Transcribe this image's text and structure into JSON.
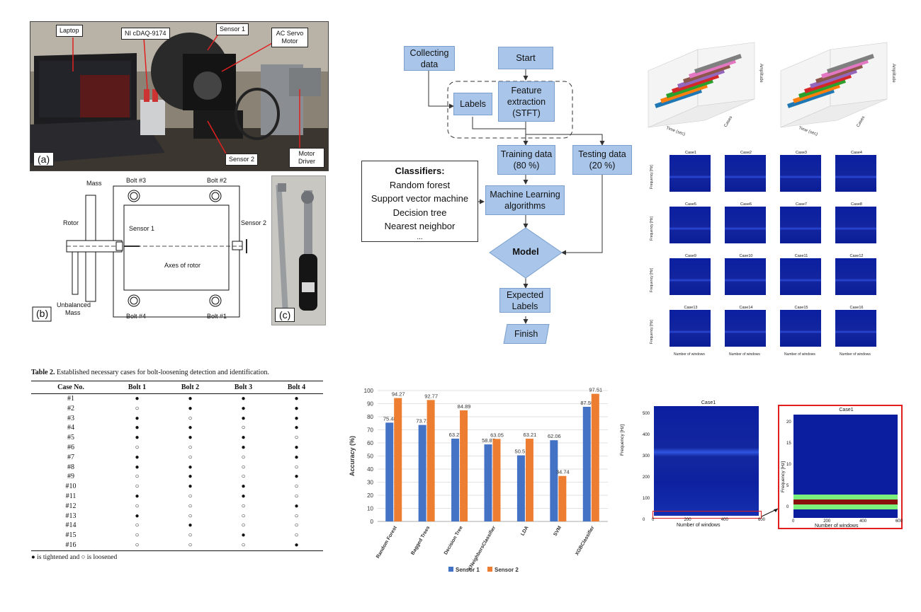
{
  "photo": {
    "callouts": {
      "laptop": "Laptop",
      "ni": "NI cDAQ-9174",
      "sensor1": "Sensor 1",
      "motor": "AC Servo Motor",
      "sensor2": "Sensor 2",
      "driver": "Motor Driver"
    },
    "tag": "(a)"
  },
  "schematic": {
    "labels": {
      "mass": "Mass",
      "rotor": "Rotor",
      "unbalanced": "Unbalanced",
      "unbalanced2": "Mass",
      "sensor1": "Sensor 1",
      "sensor2": "Sensor 2",
      "axes": "Axes of rotor",
      "bolt1": "Bolt #1",
      "bolt2": "Bolt #2",
      "bolt3": "Bolt #3",
      "bolt4": "Bolt #4"
    },
    "tag": "(b)"
  },
  "tool": {
    "tag": "(c)"
  },
  "flow": {
    "collecting": "Collecting data",
    "start": "Start",
    "labels": "Labels",
    "feature": "Feature extraction (STFT)",
    "training": "Training data (80 %)",
    "testing": "Testing data (20 %)",
    "ml": "Machine Learning algorithms",
    "model": "Model",
    "expected": "Expected Labels",
    "finish": "Finish",
    "classifiers_title": "Classifiers:",
    "classifiers": [
      "Random forest",
      "Support vector machine",
      "Decision tree",
      "Nearest neighbor",
      "..."
    ]
  },
  "plot3d": {
    "ylabel": "Amplitude",
    "xlabel": "Time (sec)",
    "zlabel": "Cases"
  },
  "spectro_grid": {
    "titles": [
      "Case1",
      "Case2",
      "Case3",
      "Case4",
      "Case5",
      "Case6",
      "Case7",
      "Case8",
      "Case9",
      "Case10",
      "Case11",
      "Case12",
      "Case13",
      "Case14",
      "Case15",
      "Case16"
    ],
    "ylabel": "Frequency [Hz]",
    "xlabel": "Number of windows"
  },
  "spectro_big": {
    "left_title": "Case1",
    "right_title": "Case1",
    "ylabel": "Frequency [Hz]",
    "xlabel": "Number of windows",
    "left_yticks": [
      "500",
      "400",
      "300",
      "200",
      "100",
      "0"
    ],
    "right_yticks": [
      "20",
      "15",
      "10",
      "5",
      "0"
    ],
    "xticks": [
      "0",
      "200",
      "400",
      "600"
    ]
  },
  "table": {
    "caption_bold": "Table 2.",
    "caption": " Established necessary cases for bolt-loosening detection and identification.",
    "headers": [
      "Case No.",
      "Bolt 1",
      "Bolt 2",
      "Bolt 3",
      "Bolt 4"
    ],
    "rows": [
      [
        "#1",
        "●",
        "●",
        "●",
        "●"
      ],
      [
        "#2",
        "○",
        "●",
        "●",
        "●"
      ],
      [
        "#3",
        "●",
        "○",
        "●",
        "●"
      ],
      [
        "#4",
        "●",
        "●",
        "○",
        "●"
      ],
      [
        "#5",
        "●",
        "●",
        "●",
        "○"
      ],
      [
        "#6",
        "○",
        "○",
        "●",
        "●"
      ],
      [
        "#7",
        "●",
        "○",
        "○",
        "●"
      ],
      [
        "#8",
        "●",
        "●",
        "○",
        "○"
      ],
      [
        "#9",
        "○",
        "●",
        "○",
        "●"
      ],
      [
        "#10",
        "○",
        "●",
        "●",
        "○"
      ],
      [
        "#11",
        "●",
        "○",
        "●",
        "○"
      ],
      [
        "#12",
        "○",
        "○",
        "○",
        "●"
      ],
      [
        "#13",
        "●",
        "○",
        "○",
        "○"
      ],
      [
        "#14",
        "○",
        "●",
        "○",
        "○"
      ],
      [
        "#15",
        "○",
        "○",
        "●",
        "○"
      ],
      [
        "#16",
        "○",
        "○",
        "○",
        "●"
      ]
    ],
    "note": "● is tightened and ○ is loosened"
  },
  "colors": {
    "sensor1": "#4472c4",
    "sensor2": "#ed7d31",
    "flowbox": "#a9c6ea",
    "highlight": "#e02020"
  },
  "chart_data": {
    "type": "bar",
    "categories": [
      "Random Forest",
      "Bagged Trees",
      "Decision Tree",
      "KNeighborsClassifier",
      "LDA",
      "SVM",
      "XGBClassifier"
    ],
    "series": [
      {
        "name": "Sensor 1",
        "values": [
          75.48,
          73.72,
          63.27,
          58.87,
          50.51,
          62.06,
          87.59
        ]
      },
      {
        "name": "Sensor 2",
        "values": [
          94.27,
          92.77,
          84.89,
          63.05,
          63.21,
          34.74,
          97.51
        ]
      }
    ],
    "ylabel": "Accuracy (%)",
    "ylim": [
      0,
      100
    ],
    "yticks": [
      "0",
      "10",
      "20",
      "30",
      "40",
      "50",
      "60",
      "70",
      "80",
      "90",
      "100"
    ],
    "legend": "bottom",
    "grid": true
  }
}
